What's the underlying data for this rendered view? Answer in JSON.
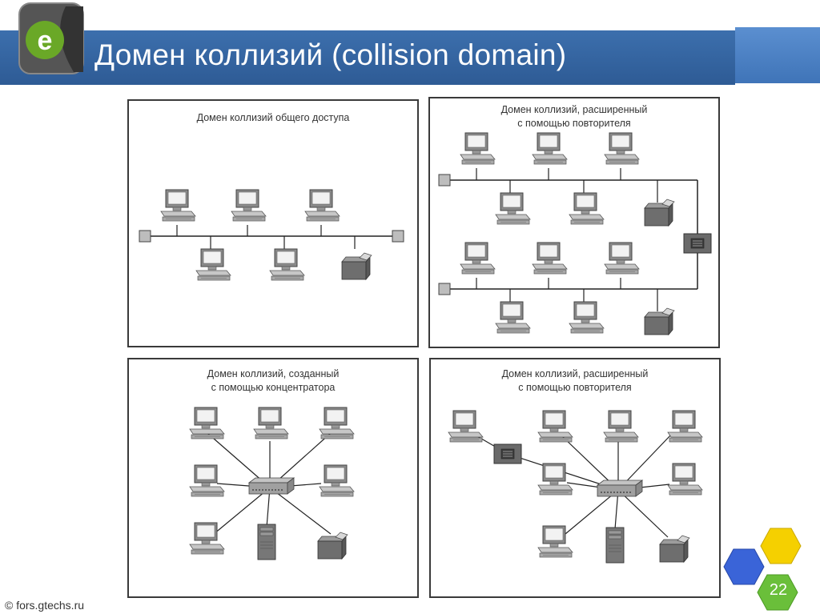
{
  "slide": {
    "title": "Домен коллизий (collision domain)",
    "page_number": "22",
    "footer": "© fors.gtechs.ru"
  },
  "colors": {
    "header": "#3c6fad",
    "hex_yellow": "#f5d000",
    "hex_blue": "#3a64d8",
    "hex_green": "#6abf3a"
  },
  "panels": [
    {
      "caption_lines": [
        "Домен коллизий общего доступа"
      ]
    },
    {
      "caption_lines": [
        "Домен коллизий, расширенный",
        "с помощью повторителя"
      ]
    },
    {
      "caption_lines": [
        "Домен коллизий, созданный",
        "с помощью концентратора"
      ]
    },
    {
      "caption_lines": [
        "Домен коллизий, расширенный",
        "с помощью повторителя"
      ]
    }
  ]
}
